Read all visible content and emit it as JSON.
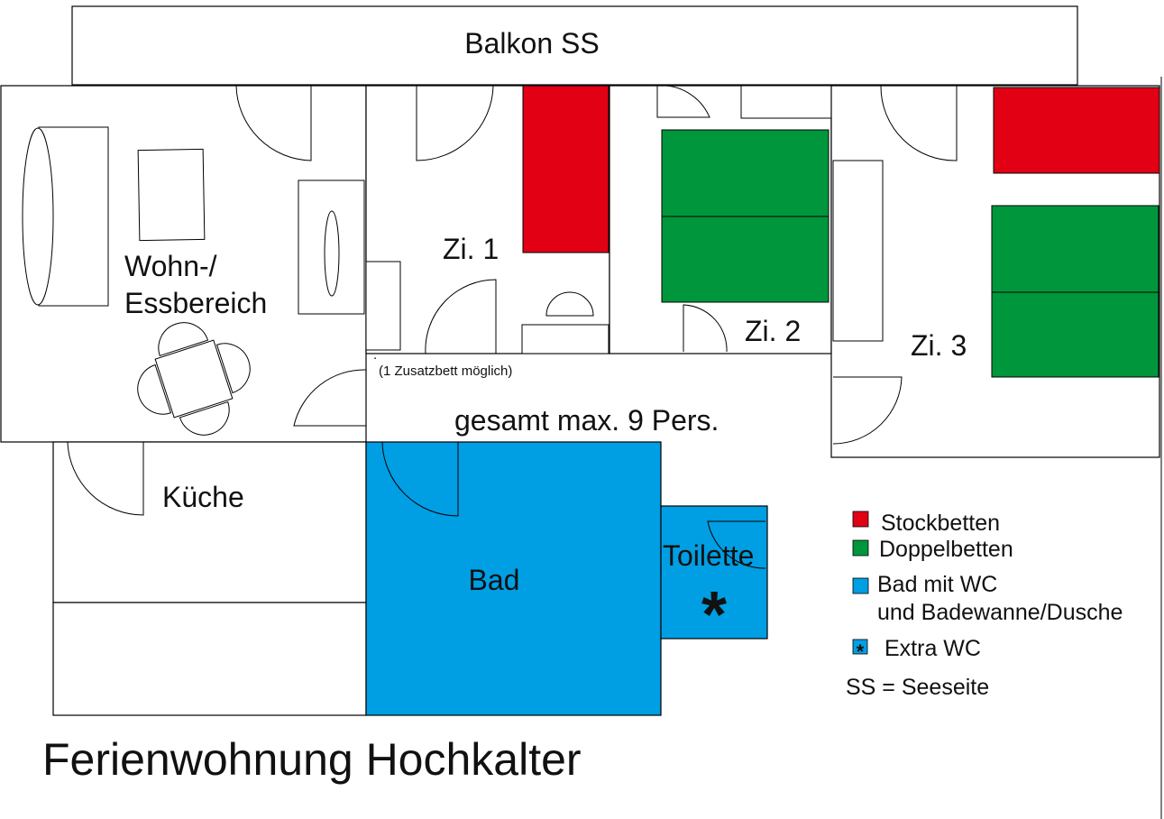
{
  "colors": {
    "stockbetten": "#e10014",
    "doppelbetten": "#00963c",
    "bad": "#009ee3",
    "wall": "#000000"
  },
  "rooms": {
    "balkon": "Balkon SS",
    "wohn_line1": "Wohn-/",
    "wohn_line2": "Essbereich",
    "zi1": "Zi. 1",
    "zi2": "Zi. 2",
    "zi3": "Zi. 3",
    "kueche": "Küche",
    "bad": "Bad",
    "toilette": "Toilette",
    "toilette_mark": "*"
  },
  "notes": {
    "zusatzbett": "(1 Zusatzbett möglich)",
    "gesamt": "gesamt max. 9 Pers."
  },
  "legend": {
    "stockbetten": "Stockbetten",
    "doppelbetten": "Doppelbetten",
    "bad_line1": "Bad mit WC",
    "bad_line2": "und Badewanne/Dusche",
    "extra_wc_mark": "*",
    "extra_wc": "Extra WC",
    "ss": "SS = Seeseite"
  },
  "title": "Ferienwohnung Hochkalter"
}
